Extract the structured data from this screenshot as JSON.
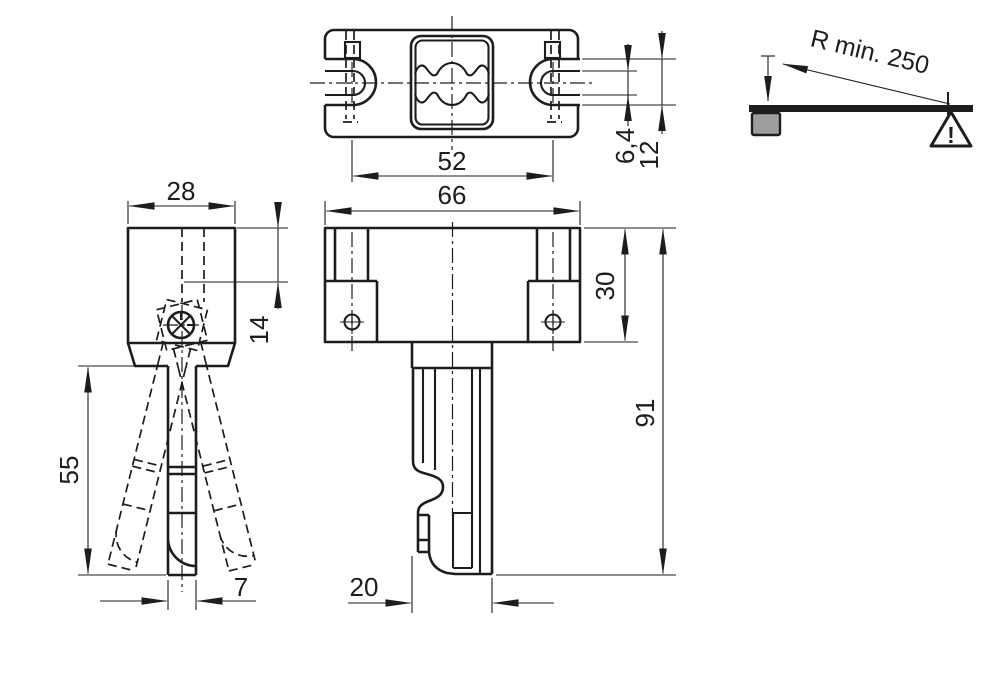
{
  "dimensions": {
    "slot_spacing": "52",
    "overall_width": "66",
    "slot_opening_height": "6,4",
    "slot_height": "12",
    "body_depth": "28",
    "pivot_offset": "14",
    "lever_length": "55",
    "lever_width": "7",
    "mounting_tab_height": "30",
    "overall_height": "91",
    "shank_width": "20"
  },
  "bend_radius_note": {
    "label": "R min. 250",
    "warning_symbol": "!"
  },
  "colors": {
    "line": "#1d1d1b",
    "block_fill": "#9d9d9c",
    "background": "#ffffff"
  }
}
